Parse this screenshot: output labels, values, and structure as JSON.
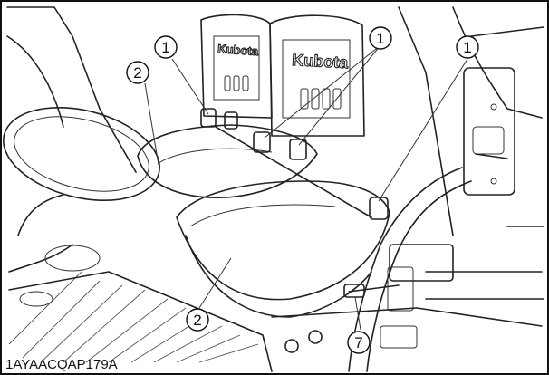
{
  "figure": {
    "id_label": "1AYAACQAP179A",
    "brand_left": "Kubota",
    "brand_right": "Kubota"
  },
  "callouts": [
    {
      "key": "c1a",
      "label": "1"
    },
    {
      "key": "c1b",
      "label": "1"
    },
    {
      "key": "c1c",
      "label": "1"
    },
    {
      "key": "c2a",
      "label": "2"
    },
    {
      "key": "c2b",
      "label": "2"
    },
    {
      "key": "c7",
      "label": "7"
    }
  ]
}
